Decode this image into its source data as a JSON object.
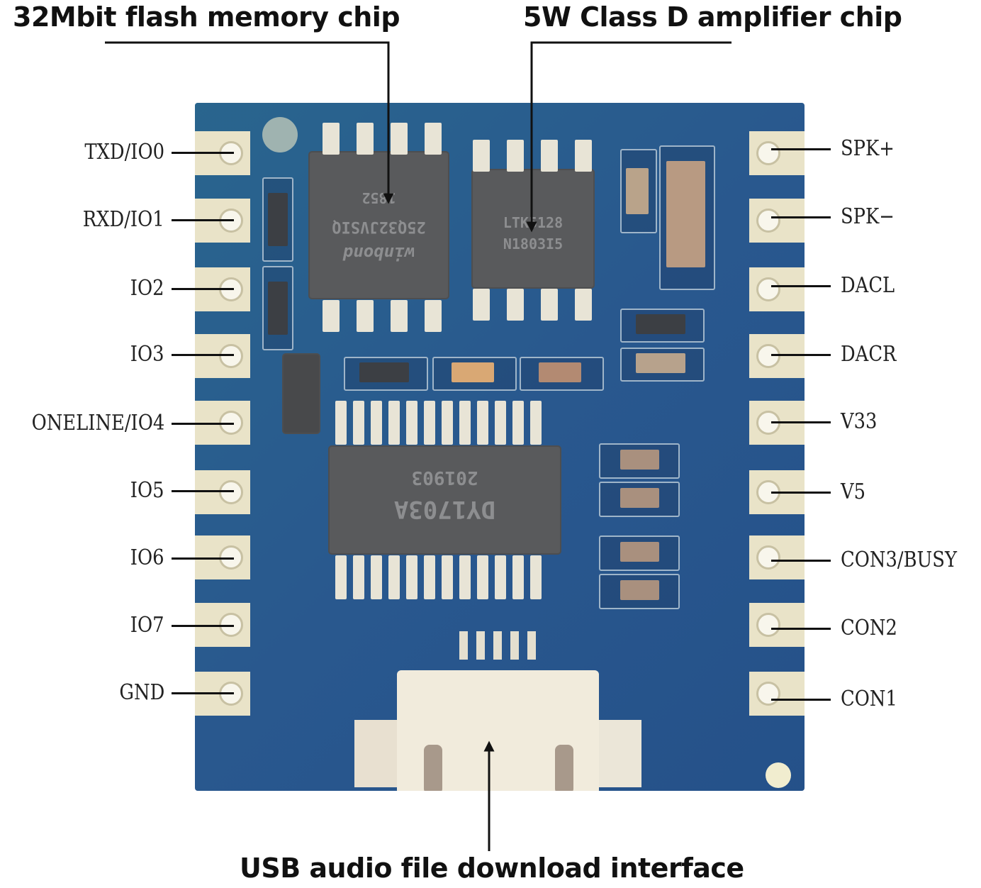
{
  "callouts": {
    "flash": "32Mbit flash memory chip",
    "amplifier": "5W Class D amplifier chip",
    "usb": "USB audio file download interface"
  },
  "pins": {
    "left": [
      "TXD/IO0",
      "RXD/IO1",
      "IO2",
      "IO3",
      "ONELINE/IO4",
      "IO5",
      "IO6",
      "IO7",
      "GND"
    ],
    "right": [
      "SPK+",
      "SPK−",
      "DACL",
      "DACR",
      "V33",
      "V5",
      "CON3/BUSY",
      "CON2",
      "CON1"
    ]
  },
  "chips": {
    "flash": {
      "line1": "1852",
      "line2": "25Q32JVSIQ",
      "line3": "winbond"
    },
    "amplifier": {
      "line1": "LTK5128",
      "line2": "N1803I5"
    },
    "mcu": {
      "line1": "201903",
      "line2": "DY1703A"
    }
  },
  "colors": {
    "pcb": "#2a5a8f",
    "pad": "#e9e3c8",
    "chip": "#595a5c",
    "text": "#111111"
  }
}
